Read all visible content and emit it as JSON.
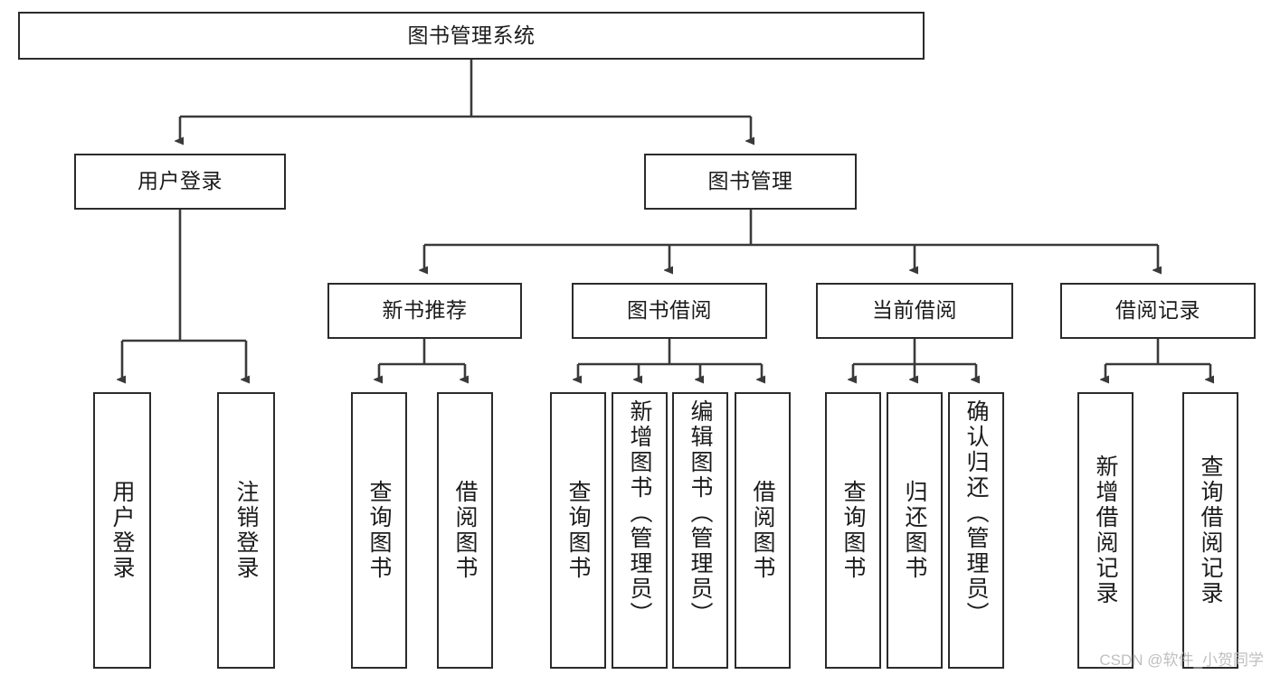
{
  "diagram": {
    "title": "图书管理系统",
    "type": "tree-hierarchy",
    "watermark": "CSDN @软件_小贺同学",
    "colors": {
      "box_border": "#2b2b2b",
      "box_fill": "#ffffff",
      "edge": "#3a3a3a",
      "text": "#1b1b1b",
      "watermark": "#bfbfbf"
    },
    "root": {
      "label": "图书管理系统"
    },
    "level2": [
      {
        "label": "用户登录"
      },
      {
        "label": "图书管理"
      }
    ],
    "level3": [
      {
        "label": "新书推荐"
      },
      {
        "label": "图书借阅"
      },
      {
        "label": "当前借阅"
      },
      {
        "label": "借阅记录"
      }
    ],
    "leaves": {
      "user_login": [
        {
          "label": "用户登录"
        },
        {
          "label": "注销登录"
        }
      ],
      "new_book_recommend": [
        {
          "label": "查询图书"
        },
        {
          "label": "借阅图书"
        }
      ],
      "book_borrow": [
        {
          "label": "查询图书"
        },
        {
          "label": "新增图书（管理员）"
        },
        {
          "label": "编辑图书（管理员）"
        },
        {
          "label": "借阅图书"
        }
      ],
      "current_borrow": [
        {
          "label": "查询图书"
        },
        {
          "label": "归还图书"
        },
        {
          "label": "确认归还（管理员）"
        }
      ],
      "borrow_records": [
        {
          "label": "新增借阅记录"
        },
        {
          "label": "查询借阅记录"
        }
      ]
    }
  }
}
